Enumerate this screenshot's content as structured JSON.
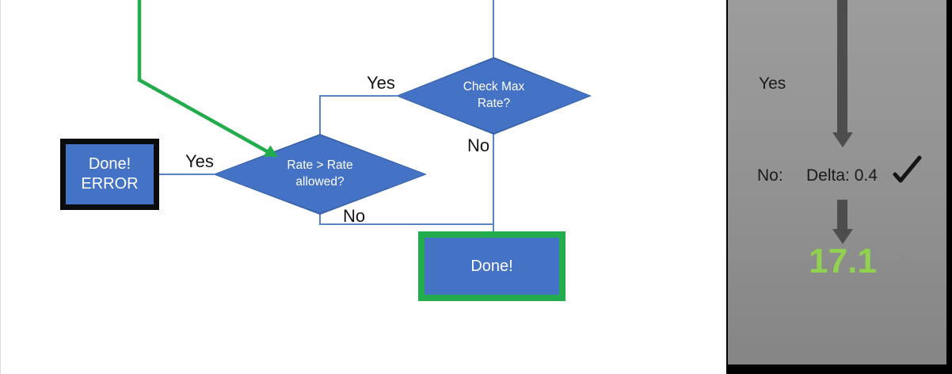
{
  "canvas": {
    "decisions": {
      "check_max_rate": "Check Max Rate?",
      "rate_allowed": "Rate > Rate allowed?"
    },
    "terminals": {
      "error_line1": "Done!",
      "error_line2": "ERROR",
      "done": "Done!"
    },
    "branch_labels": {
      "check_max_yes": "Yes",
      "check_max_no": "No",
      "rate_allowed_yes": "Yes",
      "rate_allowed_no": "No"
    }
  },
  "side_panel": {
    "yes_label": "Yes",
    "no_label": "No:",
    "delta_value": "Delta: 0.4",
    "checkmark": "✓",
    "result_value": "17.1"
  },
  "colors": {
    "shape_blue": "#4472C4",
    "flow_green": "#22AC4E",
    "result_green": "#90D14F",
    "arrow_gray": "#4D4D4D",
    "panel_gray": "#919191"
  }
}
